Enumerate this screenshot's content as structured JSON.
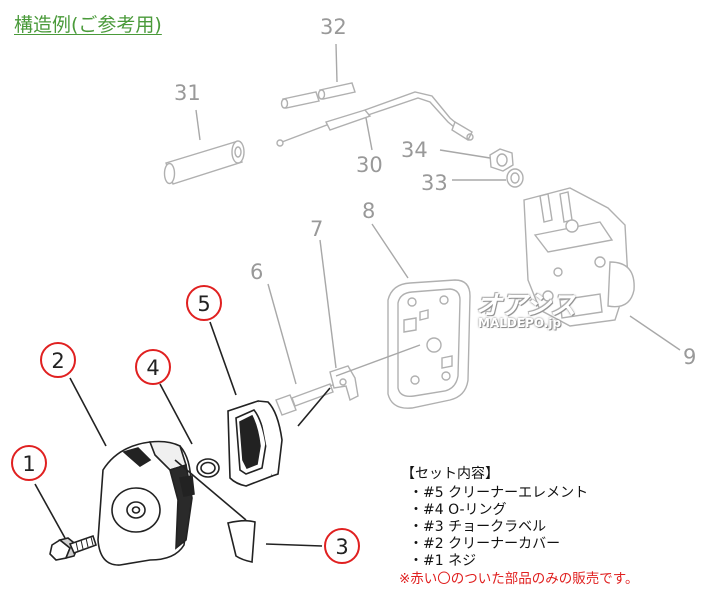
{
  "title": "構造例(ご参考用)",
  "watermark": {
    "logo": "オアシス",
    "site": "MALDEPO.jp"
  },
  "callouts": {
    "n1": "1",
    "n2": "2",
    "n3": "3",
    "n4": "4",
    "n5": "5",
    "n6": "6",
    "n7": "7",
    "n8": "8",
    "n9": "9",
    "n30": "30",
    "n31": "31",
    "n32": "32",
    "n33": "33",
    "n34": "34"
  },
  "legend": {
    "header": "【セット内容】",
    "items": [
      "・#5 クリーナーエレメント",
      "・#4 O-リング",
      "・#3 チョークラベル",
      "・#2 クリーナーカバー",
      "・#1 ネジ"
    ],
    "note": "※赤い〇のついた部品のみの販売です。"
  },
  "colors": {
    "title": "#4a9a3a",
    "circle": "#e02020",
    "grey_label": "#999999",
    "line": "#222222",
    "grey_line": "#b0b0b0"
  }
}
